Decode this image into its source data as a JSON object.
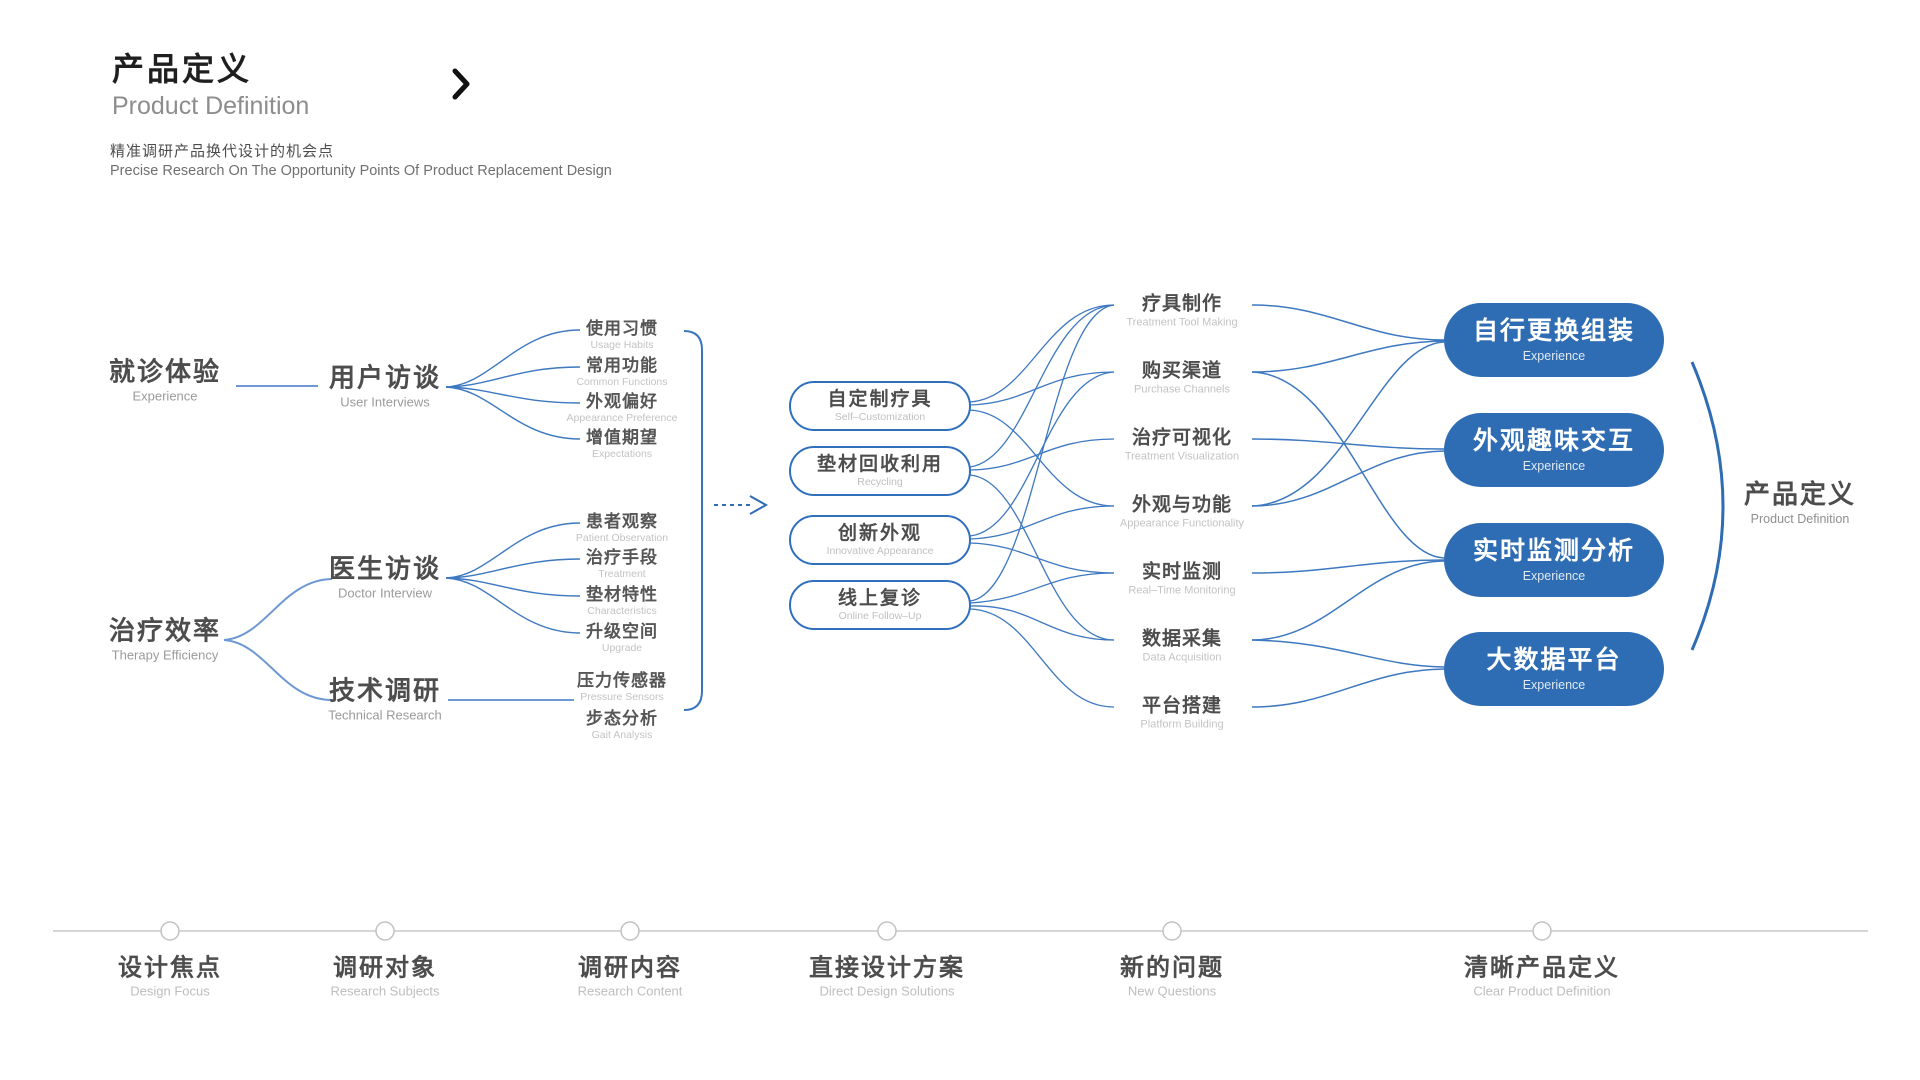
{
  "header": {
    "title_cn": "产品定义",
    "title_en": "Product Definition",
    "desc_cn": "精准调研产品换代设计的机会点",
    "desc_en": "Precise Research On The Opportunity Points Of Product Replacement Design"
  },
  "colors": {
    "accent_blue": "#2e6cb4",
    "line_blue": "#3d78c0",
    "text_dark": "#4d4d4d",
    "text_light_gray": "#c3c3c3"
  },
  "diagram": {
    "focus": [
      {
        "cn": "就诊体验",
        "en": "Experience"
      },
      {
        "cn": "治疗效率",
        "en": "Therapy Efficiency"
      }
    ],
    "subjects": [
      {
        "cn": "用户访谈",
        "en": "User Interviews"
      },
      {
        "cn": "医生访谈",
        "en": "Doctor Interview"
      },
      {
        "cn": "技术调研",
        "en": "Technical Research"
      }
    ],
    "contents": [
      {
        "cn": "使用习惯",
        "en": "Usage Habits"
      },
      {
        "cn": "常用功能",
        "en": "Common Functions"
      },
      {
        "cn": "外观偏好",
        "en": "Appearance Preference"
      },
      {
        "cn": "增值期望",
        "en": "Expectations"
      },
      {
        "cn": "患者观察",
        "en": "Patient Observation"
      },
      {
        "cn": "治疗手段",
        "en": "Treatment"
      },
      {
        "cn": "垫材特性",
        "en": "Characteristics"
      },
      {
        "cn": "升级空间",
        "en": "Upgrade"
      },
      {
        "cn": "压力传感器",
        "en": "Pressure Sensors"
      },
      {
        "cn": "步态分析",
        "en": "Gait Analysis"
      }
    ],
    "solutions": [
      {
        "cn": "自定制疗具",
        "en": "Self–Customization"
      },
      {
        "cn": "垫材回收利用",
        "en": "Recycling"
      },
      {
        "cn": "创新外观",
        "en": "Innovative Appearance"
      },
      {
        "cn": "线上复诊",
        "en": "Online Follow–Up"
      }
    ],
    "questions": [
      {
        "cn": "疗具制作",
        "en": "Treatment Tool Making"
      },
      {
        "cn": "购买渠道",
        "en": "Purchase Channels"
      },
      {
        "cn": "治疗可视化",
        "en": "Treatment Visualization"
      },
      {
        "cn": "外观与功能",
        "en": "Appearance Functionality"
      },
      {
        "cn": "实时监测",
        "en": "Real–Time Monitoring"
      },
      {
        "cn": "数据采集",
        "en": "Data Acquisition"
      },
      {
        "cn": "平台搭建",
        "en": "Platform Building"
      }
    ],
    "pills": [
      {
        "cn": "自行更换组装",
        "en": "Experience"
      },
      {
        "cn": "外观趣味交互",
        "en": "Experience"
      },
      {
        "cn": "实时监测分析",
        "en": "Experience"
      },
      {
        "cn": "大数据平台",
        "en": "Experience"
      }
    ],
    "result": {
      "cn": "产品定义",
      "en": "Product Definition"
    }
  },
  "timeline": {
    "steps": [
      {
        "cn": "设计焦点",
        "en": "Design Focus"
      },
      {
        "cn": "调研对象",
        "en": "Research Subjects"
      },
      {
        "cn": "调研内容",
        "en": "Research Content"
      },
      {
        "cn": "直接设计方案",
        "en": "Direct Design Solutions"
      },
      {
        "cn": "新的问题",
        "en": "New Questions"
      },
      {
        "cn": "清晰产品定义",
        "en": "Clear Product Definition"
      }
    ]
  }
}
